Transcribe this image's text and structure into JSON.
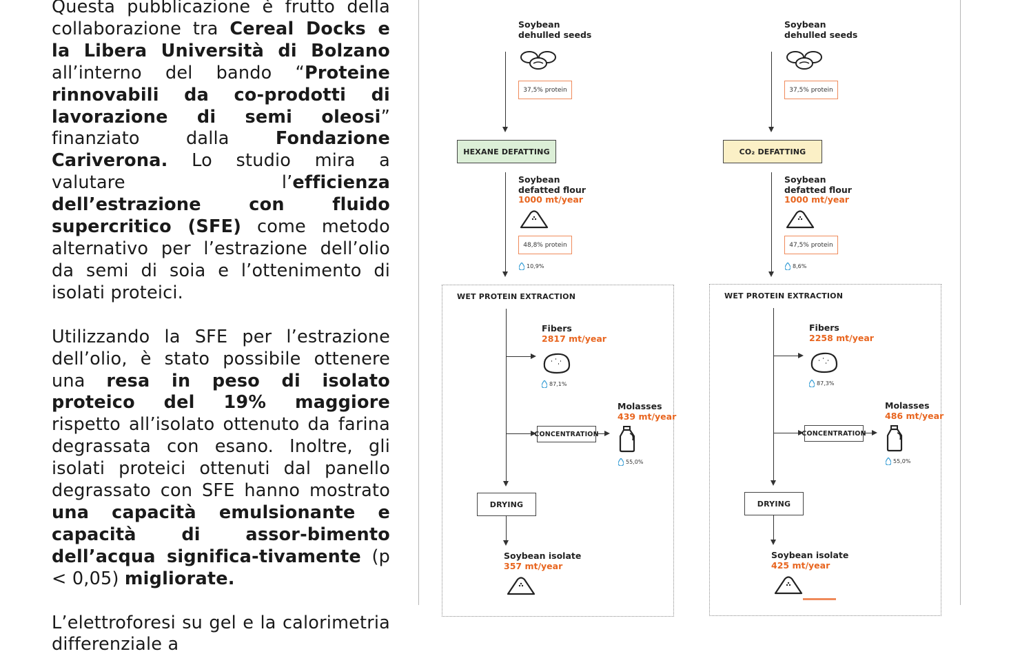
{
  "text": {
    "p1": [
      {
        "t": "Questa pubblicazione è frutto della collaborazione tra ",
        "b": false
      },
      {
        "t": "Cereal Docks e la Libera Università di Bolzano",
        "b": true
      },
      {
        "t": " all’interno del bando “",
        "b": false
      },
      {
        "t": "Proteine rinnovabili da co-prodotti di lavorazione di semi oleosi",
        "b": true
      },
      {
        "t": "” finanziato dalla ",
        "b": false
      },
      {
        "t": "Fondazione Cariverona.",
        "b": true
      },
      {
        "t": " Lo studio  mira a valutare l’",
        "b": false
      },
      {
        "t": "efficienza dell’estrazione con fluido supercritico (SFE)",
        "b": true
      },
      {
        "t": " come metodo alternativo per l’estrazione dell’olio da semi di soia e l’ottenimento di isolati proteici.",
        "b": false
      }
    ],
    "p2": [
      {
        "t": "Utilizzando la SFE per l’estrazione dell’olio, è stato possibile ottenere una ",
        "b": false
      },
      {
        "t": "resa in peso di isolato proteico del 19% maggiore",
        "b": true
      },
      {
        "t": " rispetto all’isolato ottenuto da farina degrassata con esano. Inoltre, gli isolati proteici ottenuti dal panello degrassato con SFE hanno mostrato ",
        "b": false
      },
      {
        "t": "una capacità emulsionante e capacità di assor-bimento dell’acqua significa-tivamente",
        "b": true
      },
      {
        "t": " (p < 0,05) ",
        "b": false
      },
      {
        "t": "migliorate.",
        "b": true
      }
    ],
    "p3": [
      {
        "t": "L’elettroforesi su gel e la calorimetria differenziale a",
        "b": false
      }
    ]
  },
  "lanes": [
    {
      "id": "hexane",
      "seed_line1": "Soybean",
      "seed_line2": "dehulled seeds",
      "seed_protein": "37,5% protein",
      "defatting": "HEXANE DEFATTING",
      "defatting_color": "#dcefd7",
      "flour_line1": "Soybean",
      "flour_line2": "defatted flour",
      "flour_amount": "1000 mt/year",
      "flour_protein": "48,8% protein",
      "flour_moisture": "10,9%",
      "wpe_title": "WET PROTEIN EXTRACTION",
      "fibers_label": "Fibers",
      "fibers_amount": "2817 mt/year",
      "fibers_moisture": "87,1%",
      "concentration": "CONCENTRATION",
      "molasses_label": "Molasses",
      "molasses_amount": "439 mt/year",
      "molasses_moisture": "55,0%",
      "drying": "DRYING",
      "isolate_label": "Soybean isolate",
      "isolate_amount": "357 mt/year"
    },
    {
      "id": "co2",
      "seed_line1": "Soybean",
      "seed_line2": "dehulled seeds",
      "seed_protein": "37,5% protein",
      "defatting": "CO₂ DEFATTING",
      "defatting_color": "#fbf0c6",
      "flour_line1": "Soybean",
      "flour_line2": "defatted flour",
      "flour_amount": "1000 mt/year",
      "flour_protein": "47,5% protein",
      "flour_moisture": "8,6%",
      "wpe_title": "WET PROTEIN EXTRACTION",
      "fibers_label": "Fibers",
      "fibers_amount": "2258 mt/year",
      "fibers_moisture": "87,3%",
      "concentration": "CONCENTRATION",
      "molasses_label": "Molasses",
      "molasses_amount": "486 mt/year",
      "molasses_moisture": "55,0%",
      "drying": "DRYING",
      "isolate_label": "Soybean isolate",
      "isolate_amount": "425 mt/year"
    }
  ],
  "colors": {
    "accent": "#e8651f",
    "protein_border": "#ef8a5a",
    "water_drop": "#3a9fd6"
  }
}
